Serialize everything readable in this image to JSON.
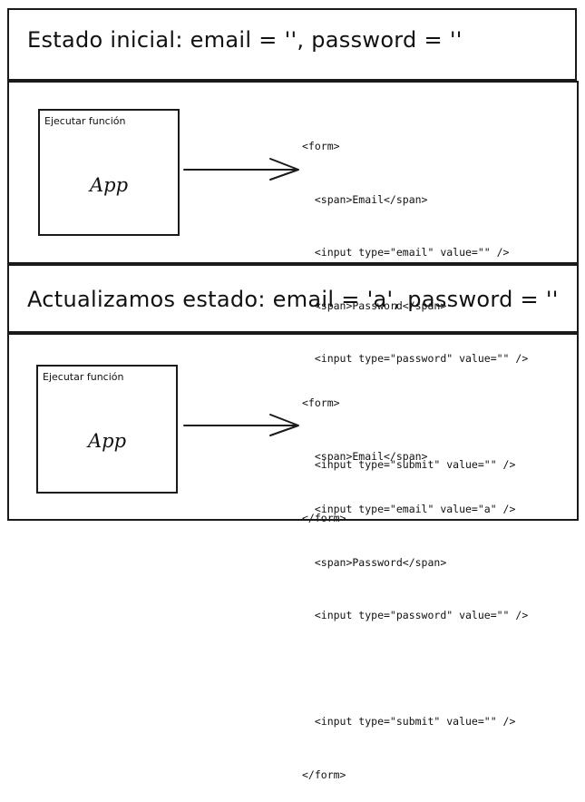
{
  "panel1": {
    "heading": "Estado inicial: email = '', password = ''",
    "caption": "Ejecutar función",
    "component": "App",
    "code": [
      "<form>",
      "  <span>Email</span>",
      "  <input type=\"email\" value=\"\" />",
      "  <span>Password</span>",
      "  <input type=\"password\" value=\"\" />",
      "",
      "  <input type=\"submit\" value=\"\" />",
      "</form>"
    ]
  },
  "panel2": {
    "heading": "Actualizamos estado: email = 'a', password = ''",
    "caption": "Ejecutar función",
    "component": "App",
    "code": [
      "<form>",
      "  <span>Email</span>",
      "  <input type=\"email\" value=\"a\" />",
      "  <span>Password</span>",
      "  <input type=\"password\" value=\"\" />",
      "",
      "  <input type=\"submit\" value=\"\" />",
      "</form>"
    ]
  }
}
